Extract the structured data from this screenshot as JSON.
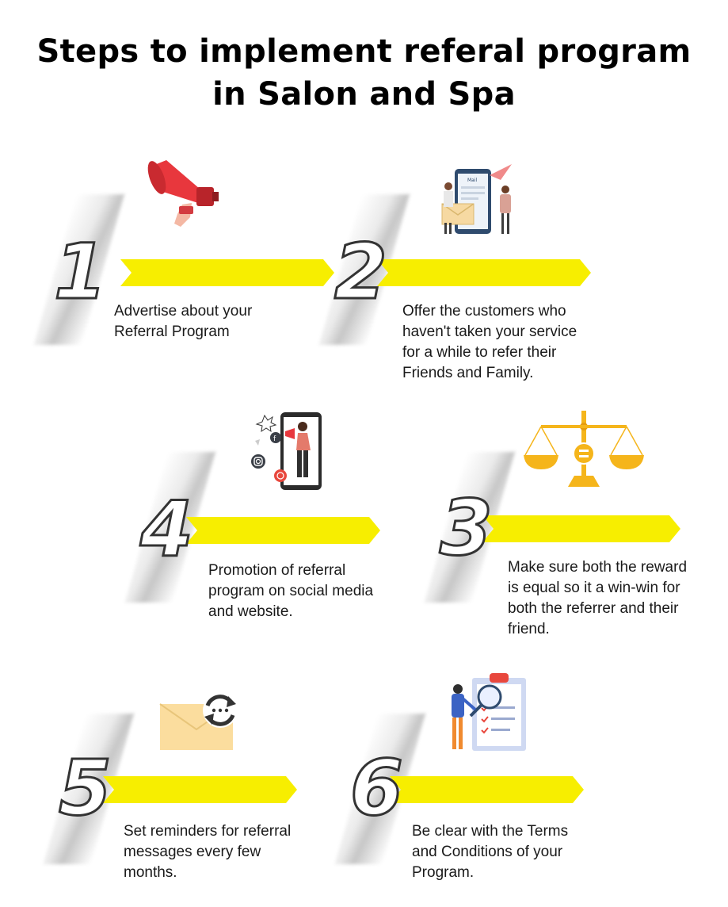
{
  "title": {
    "line1": "Steps to implement referal program",
    "line2": "in Salon and Spa"
  },
  "colors": {
    "bar": "#f7ee00",
    "numeral_stroke": "#333333",
    "megaphone": "#e8373d",
    "scale": "#f5b51b",
    "envelope": "#fbdd9e",
    "clipboard": "#cfd9f2"
  },
  "steps": [
    {
      "number": "1",
      "icon": "megaphone-icon",
      "lines": [
        "Advertise about your",
        "Referral Program"
      ]
    },
    {
      "number": "2",
      "icon": "phone-mail-referral-icon",
      "lines": [
        "Offer the customers who",
        "haven't taken your service",
        "for a while to refer their",
        "Friends and Family."
      ]
    },
    {
      "number": "4",
      "icon": "social-media-phone-icon",
      "lines": [
        "Promotion of referral",
        "program on social media",
        "and website."
      ]
    },
    {
      "number": "3",
      "icon": "balance-scale-icon",
      "lines": [
        "Make sure both the reward",
        "is equal so it a win-win for",
        "both the referrer and their",
        "friend."
      ]
    },
    {
      "number": "5",
      "icon": "envelope-refresh-icon",
      "lines": [
        "Set reminders for referral",
        "messages every few",
        "months."
      ]
    },
    {
      "number": "6",
      "icon": "clipboard-magnifier-icon",
      "lines": [
        "Be clear with the Terms",
        "and Conditions of your",
        "Program."
      ]
    }
  ],
  "illustration_text": {
    "phone_mail_label": "Mail"
  }
}
